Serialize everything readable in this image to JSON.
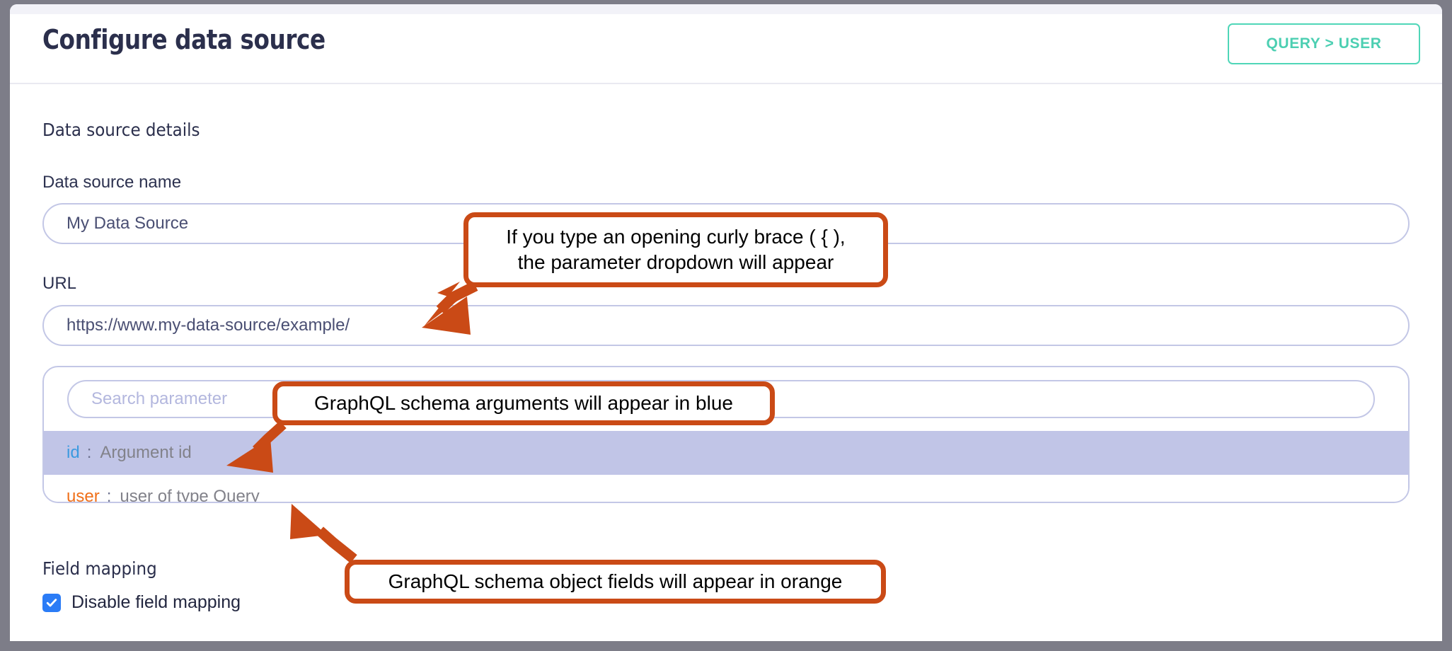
{
  "header": {
    "title": "Configure data source",
    "query_button_label": "QUERY > USER"
  },
  "details": {
    "section_heading": "Data source details",
    "name_label": "Data source name",
    "name_value": "My Data Source",
    "url_label": "URL",
    "url_value": "https://www.my-data-source/example/"
  },
  "parameter_dropdown": {
    "search_placeholder": "Search parameter",
    "items": [
      {
        "key": "id",
        "colon": ":",
        "description": "Argument id",
        "color": "blue",
        "highlighted": true
      },
      {
        "key": "user",
        "colon": ":",
        "description": "user of type Query",
        "color": "orange",
        "highlighted": false
      }
    ]
  },
  "field_mapping": {
    "section_heading": "Field mapping",
    "checkbox_label": "Disable field mapping",
    "checkbox_checked": true
  },
  "annotations": [
    {
      "name": "callout-curly-brace",
      "line1": "If you type an opening curly brace ( { ),",
      "line2": "the parameter dropdown will appear"
    },
    {
      "name": "callout-arguments-blue",
      "line1": "GraphQL schema arguments will appear in blue",
      "line2": ""
    },
    {
      "name": "callout-object-fields-orange",
      "line1": "GraphQL schema object fields will appear in orange",
      "line2": ""
    }
  ],
  "colors": {
    "annotation": "#ca4a16",
    "accent_teal": "#4fd6b8",
    "input_border": "#c3c7e6",
    "highlight_row": "#c1c5e7",
    "argument_blue": "#3c9ae0",
    "object_orange": "#f0701a",
    "checkbox_blue": "#2b7cf6",
    "title_ink": "#2b2f4c",
    "window_chrome": "#7d7d88"
  }
}
